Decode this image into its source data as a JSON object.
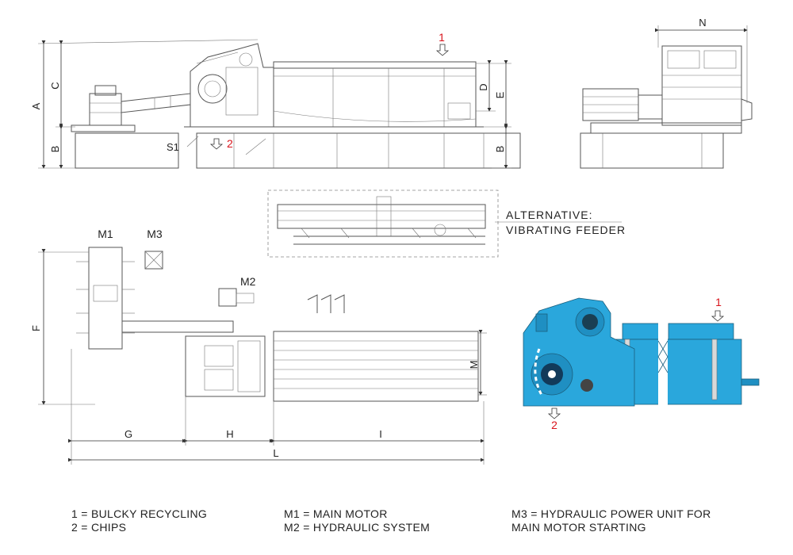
{
  "dimensions": {
    "A": "A",
    "B": "B",
    "C": "C",
    "D": "D",
    "E": "E",
    "F": "F",
    "G": "G",
    "H": "H",
    "I": "I",
    "L": "L",
    "M": "M",
    "N": "N",
    "S1": "S1"
  },
  "markers": {
    "one": "1",
    "two": "2"
  },
  "motors": {
    "m1": "M1",
    "m2": "M2",
    "m3": "M3"
  },
  "alternative": {
    "line1": "ALTERNATIVE:",
    "line2": "VIBRATING FEEDER"
  },
  "legend": {
    "col1": [
      "1 = BULCKY RECYCLING",
      "2 = CHIPS"
    ],
    "col2": [
      "M1 = MAIN MOTOR",
      "M2 = HYDRAULIC SYSTEM"
    ],
    "col3": [
      "M3 = HYDRAULIC POWER UNIT FOR",
      "MAIN MOTOR STARTING"
    ]
  },
  "colors": {
    "machine_blue": "#2aa7dc",
    "marker_red": "#d9141c",
    "line": "#555555"
  }
}
